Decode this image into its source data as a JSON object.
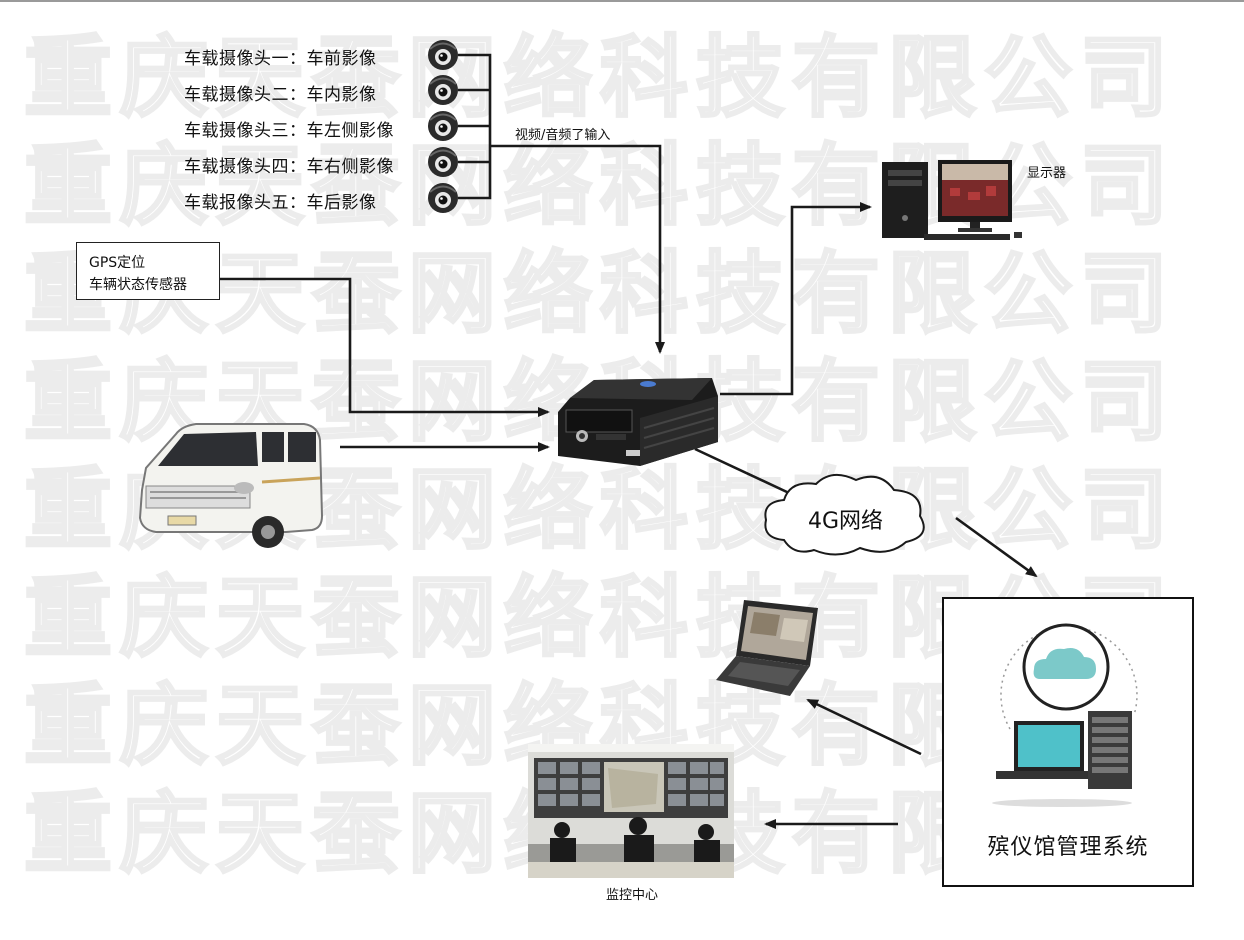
{
  "cameras": [
    {
      "label": "车载摄像头一：车前影像"
    },
    {
      "label": "车载摄像头二：车内影像"
    },
    {
      "label": "车载摄像头三：车左侧影像"
    },
    {
      "label": "车载摄像头四：车右侧影像"
    },
    {
      "label": "车载报像头五：车后影像"
    }
  ],
  "video_input_label": "视频/音频了输入",
  "gps_box": {
    "line1": "GPS定位",
    "line2": "车辆状态传感器"
  },
  "monitor_label": "显示器",
  "network_label": "4G网络",
  "system_label": "殡仪馆管理系统",
  "control_center_label": "监控中心",
  "watermark": {
    "chars": [
      "重",
      "庆",
      "天",
      "蚕",
      "网",
      "络",
      "科",
      "技",
      "有",
      "限",
      "公",
      "司"
    ]
  },
  "colors": {
    "line": "#1a1a1a",
    "cloud_icon": "#7cc9c9",
    "screen": "#4fc1c9",
    "watermark": "#ececec"
  }
}
